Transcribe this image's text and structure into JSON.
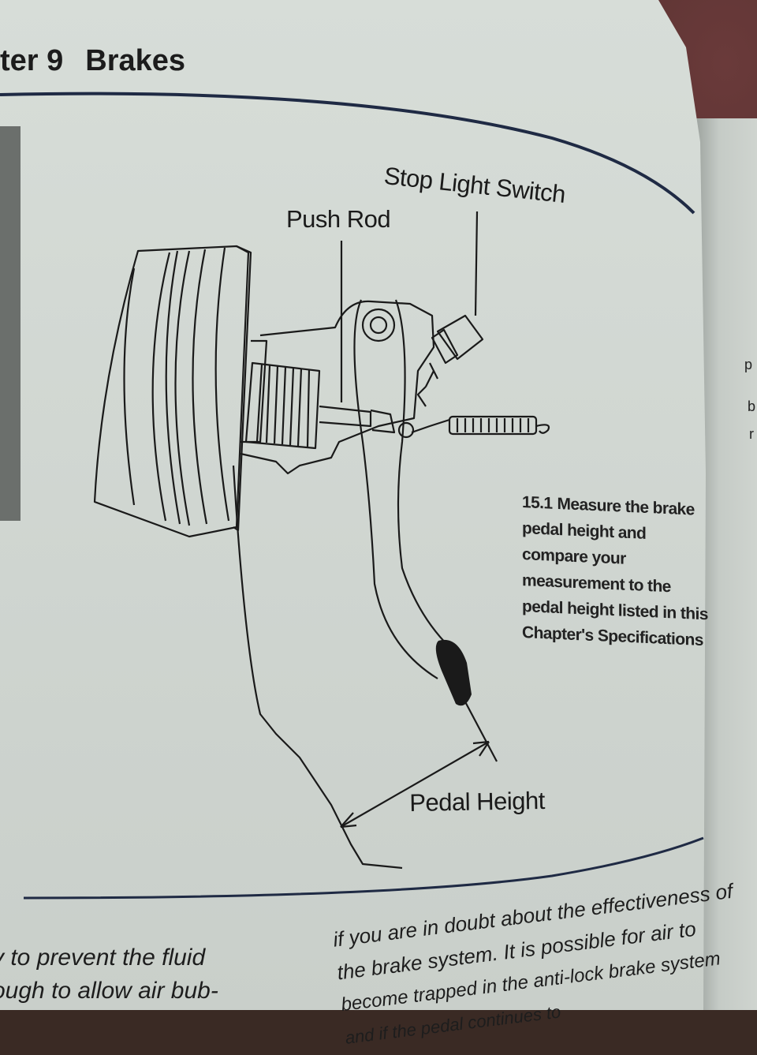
{
  "header": {
    "chapter": "ter 9",
    "title": "Brakes"
  },
  "figure": {
    "labels": {
      "stop_light_switch": "Stop Light Switch",
      "push_rod": "Push Rod",
      "pedal_height": "Pedal Height"
    },
    "caption": {
      "number": "15.1",
      "text": "Measure the brake pedal height and compare your measurement to the pedal height listed in this Chapter's Specifications"
    }
  },
  "body": {
    "left_column": [
      "y to prevent the fluid",
      "ough to allow air bub-"
    ],
    "right_column": [
      "if you are in doubt about the effectiveness of",
      "the brake system. It is possible for air to",
      "become trapped in the anti-lock brake system",
      "and if the pedal continues to"
    ]
  },
  "next_page_fragments": [
    "p",
    "b",
    "r"
  ]
}
